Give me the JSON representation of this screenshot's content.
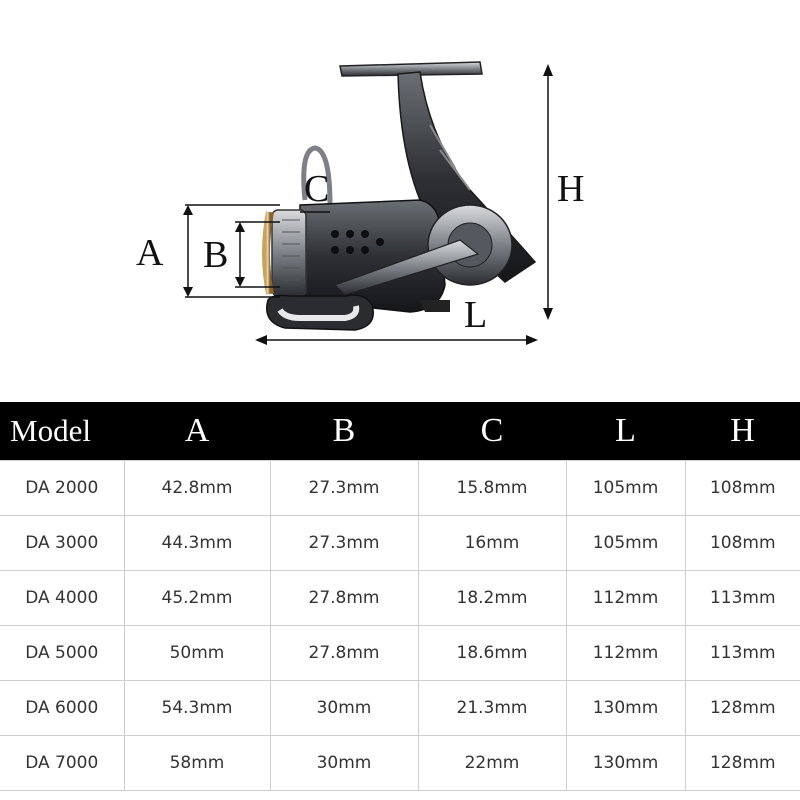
{
  "diagram": {
    "labels": {
      "a": "A",
      "b": "B",
      "c": "C",
      "l": "L",
      "h": "H"
    }
  },
  "table": {
    "headers": [
      "Model",
      "A",
      "B",
      "C",
      "L",
      "H"
    ],
    "rows": [
      [
        "DA 2000",
        "42.8mm",
        "27.3mm",
        "15.8mm",
        "105mm",
        "108mm"
      ],
      [
        "DA 3000",
        "44.3mm",
        "27.3mm",
        "16mm",
        "105mm",
        "108mm"
      ],
      [
        "DA 4000",
        "45.2mm",
        "27.8mm",
        "18.2mm",
        "112mm",
        "113mm"
      ],
      [
        "DA 5000",
        "50mm",
        "27.8mm",
        "18.6mm",
        "112mm",
        "113mm"
      ],
      [
        "DA 6000",
        "54.3mm",
        "30mm",
        "21.3mm",
        "130mm",
        "128mm"
      ],
      [
        "DA 7000",
        "58mm",
        "30mm",
        "22mm",
        "130mm",
        "128mm"
      ]
    ]
  },
  "colors": {
    "header_bg": "#000000",
    "header_text": "#ffffff",
    "cell_text": "#333333",
    "grid": "#cfcfcf",
    "reel_body": "#3a3d42",
    "reel_metal": "#9a9ea4",
    "spool_gold": "#b8863b"
  }
}
